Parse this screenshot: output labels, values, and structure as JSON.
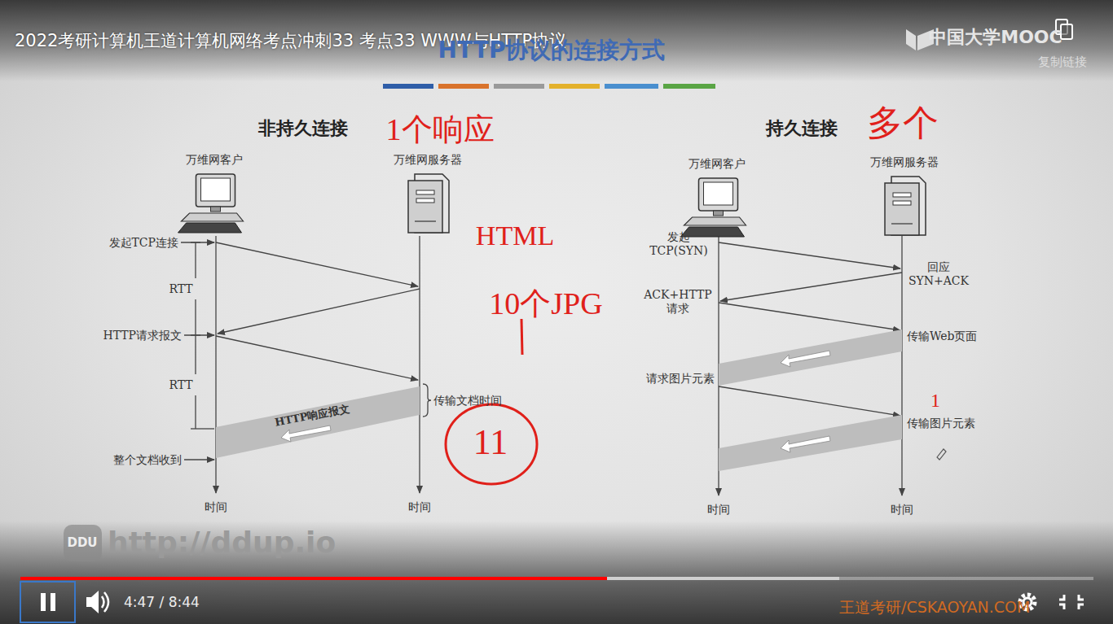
{
  "diagram": {
    "title": "2022考研计算机王道计算机网络考点冲刺33 考点33 WWW与HTTP协议",
    "nodes": [
      {
        "text": [
          "万维网客户"
        ]
      },
      {
        "text": [
          "万维网服务器"
        ]
      },
      {
        "text": [
          "万维网客户"
        ]
      },
      {
        "text": [
          "万维网服务器"
        ]
      },
      {
        "text": [
          "HTTP响应报文"
        ]
      }
    ],
    "labels": [
      "HTTP协议的连接方式",
      "非持久连接",
      "1个响应",
      "持久连接",
      "多个",
      "HTML",
      "10个JPG",
      "11",
      "1",
      "发起TCP连接",
      "RTT",
      "HTTP请求报文",
      "RTT",
      "传输文档时间",
      "整个文档收到",
      "时间",
      "时间",
      "发起 TCP(SYN)",
      "回应 SYN+ACK",
      "ACK+HTTP 请求",
      "传输Web页面",
      "请求图片元素",
      "传输图片元素",
      "时间",
      "时间",
      "中国大学MOOC",
      "复制链接",
      "DDU",
      "http://ddup.io",
      "4:47 / 8:44",
      "王道考研/CSKAOYAN.COM"
    ]
  }
}
